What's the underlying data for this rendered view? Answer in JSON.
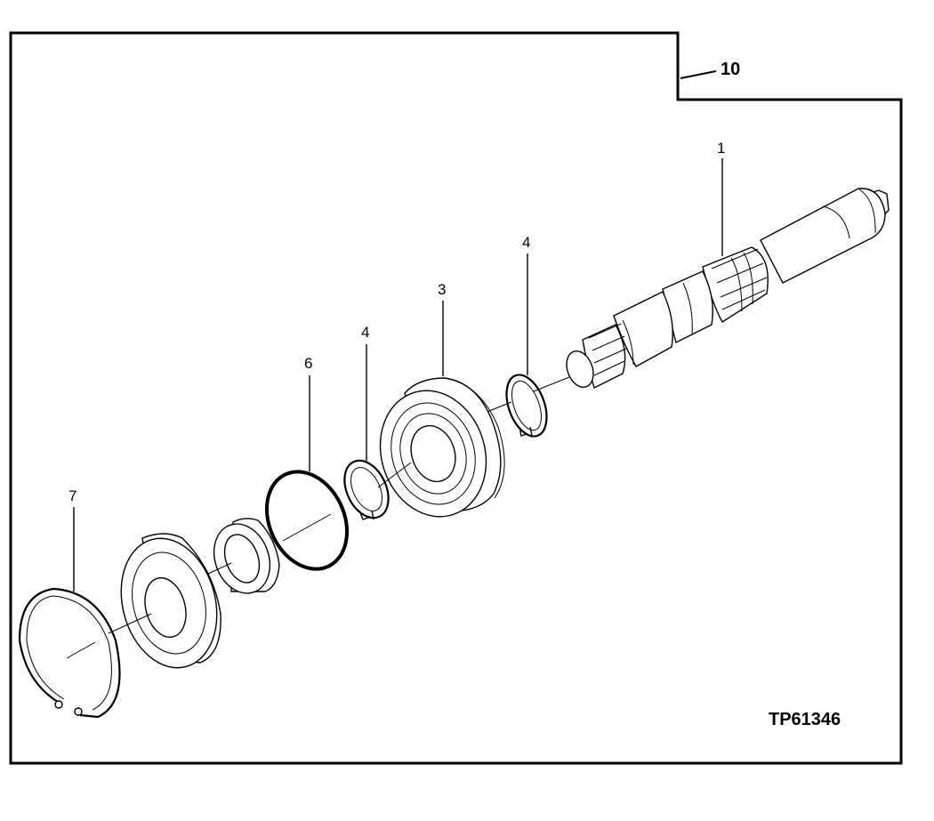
{
  "figure_number": "10",
  "figure_id": "TP61346",
  "callouts": {
    "shaft": "1",
    "bearing": "3",
    "snap_ring_right": "4",
    "snap_ring_center": "4",
    "o_ring": "6",
    "retaining_ring": "7"
  }
}
